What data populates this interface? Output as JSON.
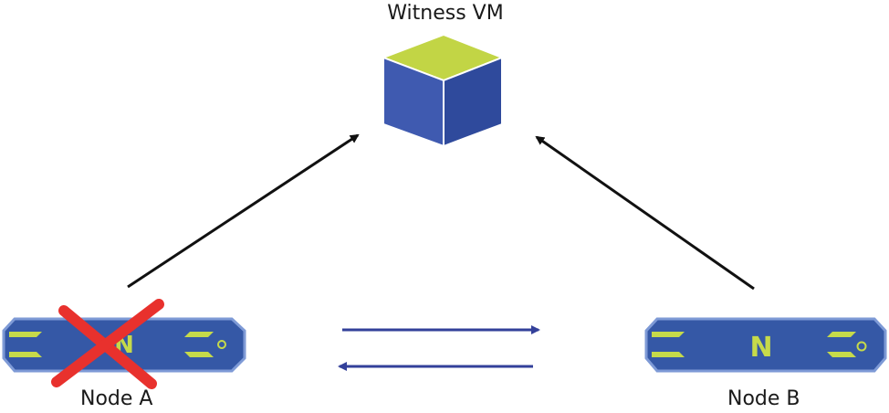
{
  "diagram": {
    "witness": {
      "label": "Witness VM",
      "icon": "cube-icon",
      "colors": {
        "top": "#c2d545",
        "left": "#3f5ab0",
        "right": "#2f4a9c",
        "edge": "#ffffff"
      }
    },
    "nodes": [
      {
        "id": "node-a",
        "label": "Node A",
        "icon": "nutanix-node-icon",
        "letter": "N",
        "status": "failed",
        "failure_mark": "red-x-icon"
      },
      {
        "id": "node-b",
        "label": "Node B",
        "icon": "nutanix-node-icon",
        "letter": "N",
        "status": "active"
      }
    ],
    "connections": [
      {
        "from": "node-a",
        "to": "witness",
        "style": "arrow"
      },
      {
        "from": "node-b",
        "to": "witness",
        "style": "arrow"
      },
      {
        "from": "node-a",
        "to": "node-b",
        "style": "arrow"
      },
      {
        "from": "node-b",
        "to": "node-a",
        "style": "arrow"
      }
    ],
    "colors": {
      "node_body": "#3558a6",
      "node_border": "#7e9ad6",
      "node_accent": "#c6da4a",
      "link_arrow": "#33409a",
      "witness_arrow": "#111111",
      "failure_x": "#e8312d"
    }
  }
}
